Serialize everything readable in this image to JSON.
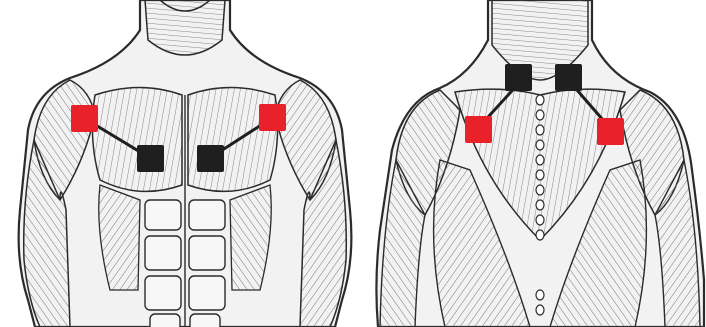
{
  "panels": [
    {
      "view": "front",
      "pads": [
        {
          "role": "placement",
          "color": "#e8212b",
          "shape": "square-pad"
        },
        {
          "role": "placement",
          "color": "#e8212b",
          "shape": "square-pad"
        },
        {
          "role": "hub",
          "color": "#1f1f1f",
          "shape": "square-pad"
        },
        {
          "role": "hub",
          "color": "#1f1f1f",
          "shape": "square-pad"
        }
      ]
    },
    {
      "view": "back",
      "pads": [
        {
          "role": "placement",
          "color": "#e8212b",
          "shape": "square-pad"
        },
        {
          "role": "placement",
          "color": "#e8212b",
          "shape": "square-pad"
        },
        {
          "role": "hub",
          "color": "#1f1f1f",
          "shape": "square-pad"
        },
        {
          "role": "hub",
          "color": "#1f1f1f",
          "shape": "square-pad"
        }
      ]
    }
  ],
  "colors": {
    "outline": "#2b2b2b",
    "muscle_fill": "#f2f2f2",
    "lead_wire": "#1f1f1f"
  }
}
